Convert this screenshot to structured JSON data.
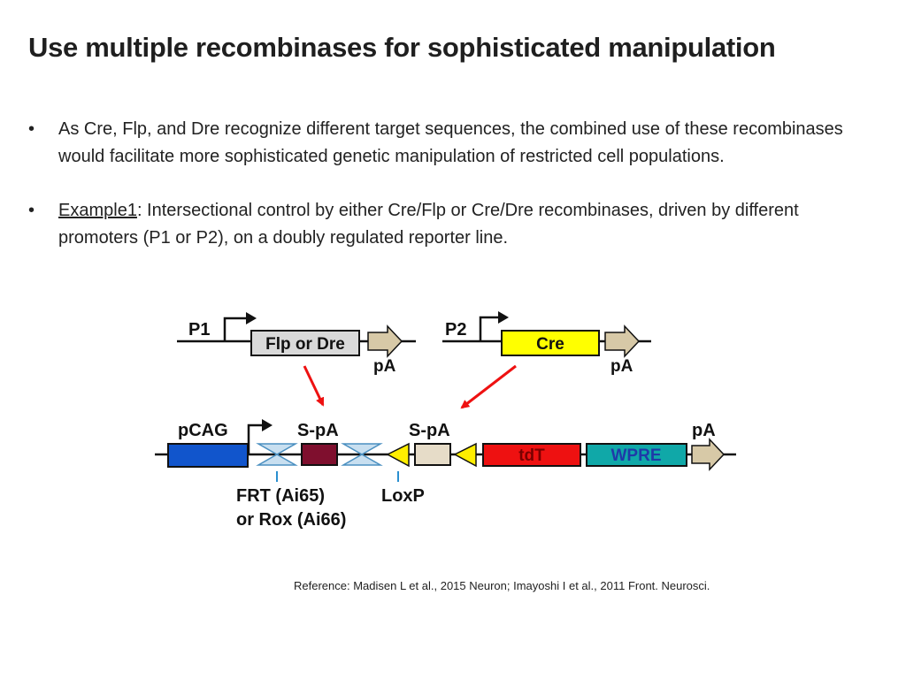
{
  "title": "Use multiple recombinases for sophisticated manipulation",
  "bullet1": {
    "marker": "•",
    "text": "As Cre, Flp, and Dre recognize different target sequences, the combined use of these recombinases would facilitate more sophisticated genetic manipulation of restricted cell populations."
  },
  "bullet2": {
    "marker": "•",
    "label": "Example1",
    "text": ": Intersectional control by either Cre/Flp or Cre/Dre recombinases, driven by different promoters (P1 or P2), on a doubly regulated reporter line."
  },
  "diagram": {
    "construct1": {
      "promoter": "P1",
      "gene": "Flp or Dre",
      "pa": "pA"
    },
    "construct2": {
      "promoter": "P2",
      "gene": "Cre",
      "pa": "pA"
    },
    "reporter": {
      "promoter": "pCAG",
      "spa1": "S-pA",
      "spa2": "S-pA",
      "tdt": "tdT",
      "wpre": "WPRE",
      "pa": "pA",
      "site1_line1": "FRT (Ai65)",
      "site1_line2": "or Rox (Ai66)",
      "site2": "LoxP"
    },
    "colors": {
      "flp_box": "#d9d9d9",
      "cre_box": "#ffff00",
      "pcag": "#1155cc",
      "spa1": "#7f0f2e",
      "spa2": "#e6dcc8",
      "tdt": "#ee1111",
      "wpre": "#10a8a8",
      "wpre_text": "#1f3aa8",
      "pa_arrow": "#d7c9a7",
      "frt_site": "#c8dff0",
      "loxp": "#ffee00",
      "red_arrow": "#ee1111"
    }
  },
  "reference": "Reference: Madisen L et al., 2015 Neuron; Imayoshi I et al., 2011 Front. Neurosci."
}
